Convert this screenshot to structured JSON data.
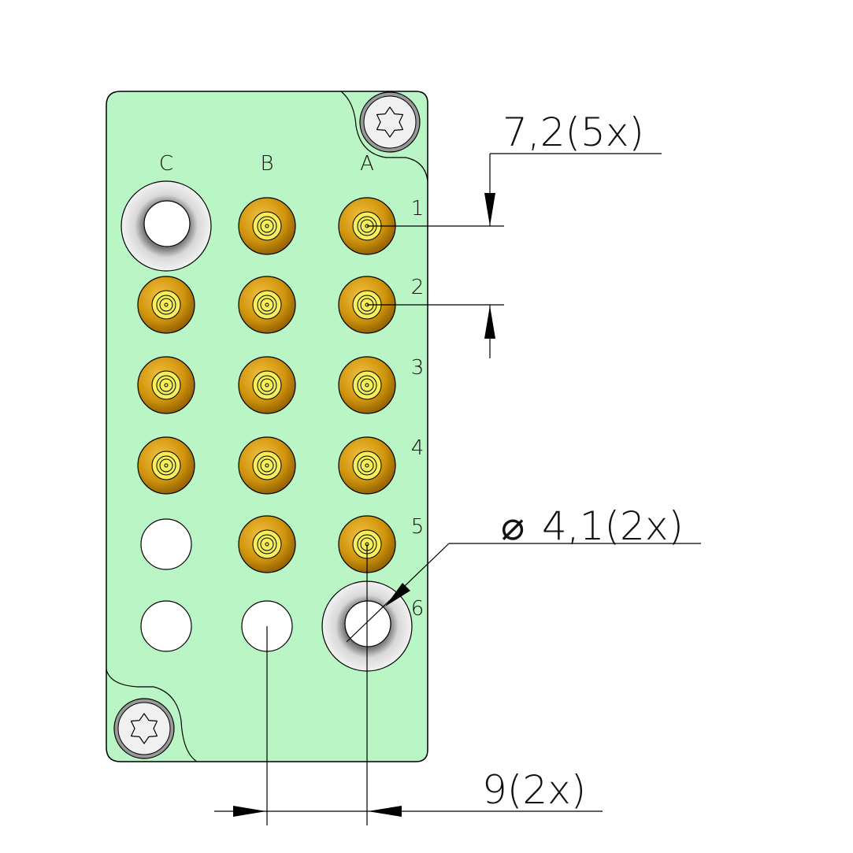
{
  "column_labels": [
    "C",
    "B",
    "A"
  ],
  "row_labels": [
    "1",
    "2",
    "3",
    "4",
    "5",
    "6"
  ],
  "layout": [
    [
      "ring",
      "pin",
      "pin"
    ],
    [
      "pin",
      "pin",
      "pin"
    ],
    [
      "pin",
      "pin",
      "pin"
    ],
    [
      "pin",
      "pin",
      "pin"
    ],
    [
      "hole",
      "pin",
      "pin"
    ],
    [
      "hole",
      "hole",
      "ring"
    ]
  ],
  "dimensions": {
    "pitch_vertical": "7,2(5x)",
    "hole_diameter": "4,1(2x)",
    "diameter_symbol": "⌀",
    "pitch_horizontal": "9(2x)"
  },
  "colors": {
    "body": "#baf5c5",
    "pin_outer": "#d89a10",
    "pin_inner": "#f6ef5a",
    "ring": "#e6e6e6"
  }
}
